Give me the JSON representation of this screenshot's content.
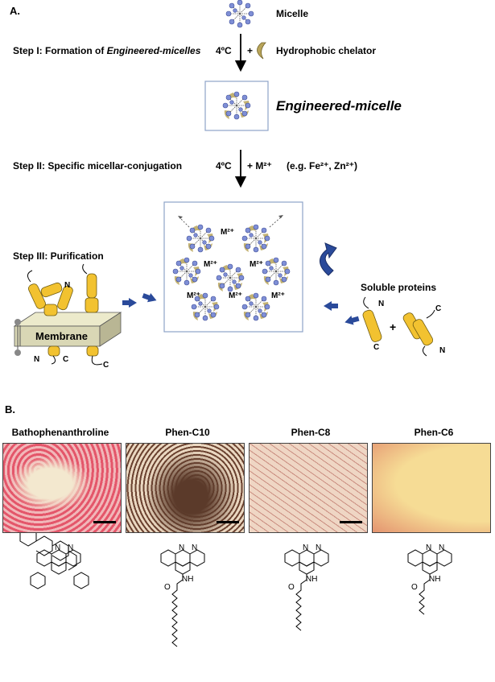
{
  "panel_a": {
    "label": "A.",
    "micelle_label": "Micelle",
    "step1_label": "Step I: Formation of ",
    "step1_italic": "Engineered-micelles",
    "step1_temp": "4ºC",
    "step1_plus": "+",
    "chelator_label": "Hydrophobic chelator",
    "engineered_label": "Engineered-micelle",
    "step2_label": "Step II: Specific micellar-conjugation",
    "step2_temp": "4ºC",
    "step2_plus_metal": "+ M²⁺",
    "step2_example": "(e.g. Fe²⁺, Zn²⁺)",
    "step3_label": "Step III: Purification",
    "membrane_label": "Membrane",
    "soluble_label": "Soluble proteins",
    "metal_label": "M²⁺",
    "n_label": "N",
    "c_label": "C",
    "plus": "+"
  },
  "panel_b": {
    "label": "B.",
    "panels": [
      {
        "title": "Bathophenanthroline",
        "color_a": "#e4566a",
        "color_b": "#f3e8cf"
      },
      {
        "title": "Phen-C10",
        "color_a": "#5b3a2a",
        "color_b": "#ead7c0"
      },
      {
        "title": "Phen-C8",
        "color_a": "#9c5b55",
        "color_b": "#efd6c4"
      },
      {
        "title": "Phen-C6",
        "color_a": "#f6dc95",
        "color_b": "#e49470"
      }
    ],
    "structure_nh": "NH",
    "structure_o": "O",
    "structure_n": "N"
  },
  "colors": {
    "micelle_node": "#7f8fd6",
    "chelator": "#b9a55a",
    "protein": "#f2c230",
    "membrane": "#d9d7b5",
    "arrow_blue": "#2a4a9a",
    "box_border": "#8ea4c8"
  }
}
